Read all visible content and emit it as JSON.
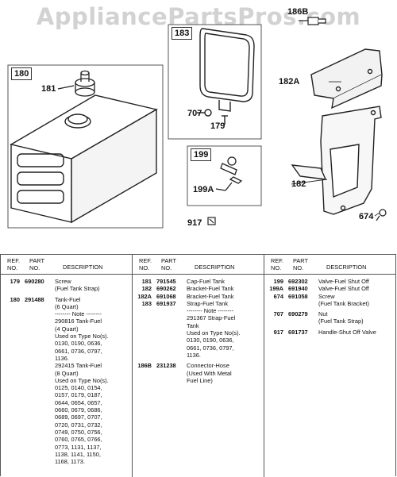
{
  "watermark": "AppliancePartsPros.com",
  "diagram": {
    "callouts": {
      "c186B": "186B",
      "c183": "183",
      "c180": "180",
      "c181": "181",
      "c707": "707",
      "c179": "179",
      "c182A": "182A",
      "c199": "199",
      "c199A": "199A",
      "c182": "182",
      "c917": "917",
      "c674": "674"
    }
  },
  "table": {
    "headers": {
      "ref": "REF.\nNO.",
      "part": "PART\nNO.",
      "description": "DESCRIPTION"
    },
    "columns": [
      {
        "rows": [
          {
            "ref": "179",
            "part": "690280",
            "desc": "Screw\n(Fuel Tank Strap)"
          },
          {
            "ref": "180",
            "part": "291488",
            "desc": "Tank-Fuel\n(6 Quart)\n-------- Note --------\n290816 Tank-Fuel\n(4 Quart)\nUsed on Type No(s).\n0130, 0190, 0636,\n0661, 0736, 0797,\n1136.\n292415 Tank-Fuel\n(8 Quart)\nUsed on Type No(s).\n0125, 0140, 0154,\n0157, 0179, 0187,\n0644, 0654, 0657,\n0660, 0679, 0686,\n0689, 0697, 0707,\n0720, 0731, 0732,\n0749, 0750, 0756,\n0760, 0765, 0766,\n0773, 1131, 1137,\n1138, 1141, 1150,\n1168, 1173."
          }
        ]
      },
      {
        "rows": [
          {
            "ref": "181",
            "part": "791545",
            "desc": "Cap-Fuel Tank"
          },
          {
            "ref": "182",
            "part": "690262",
            "desc": "Bracket-Fuel Tank"
          },
          {
            "ref": "182A",
            "part": "691068",
            "desc": "Bracket-Fuel Tank"
          },
          {
            "ref": "183",
            "part": "691937",
            "desc": "Strap-Fuel Tank\n-------- Note --------\n291367 Strap-Fuel\nTank\nUsed on Type No(s).\n0130, 0190, 0636,\n0661, 0736, 0797,\n1136."
          },
          {
            "ref": "186B",
            "part": "231238",
            "desc": "Connector-Hose\n(Used With Metal\nFuel Line)"
          }
        ]
      },
      {
        "rows": [
          {
            "ref": "199",
            "part": "692302",
            "desc": "Valve-Fuel Shut Off"
          },
          {
            "ref": "199A",
            "part": "691940",
            "desc": "Valve-Fuel Shut Off"
          },
          {
            "ref": "674",
            "part": "691058",
            "desc": "Screw\n(Fuel Tank Bracket)"
          },
          {
            "ref": "707",
            "part": "690279",
            "desc": "Nut\n(Fuel Tank Strap)"
          },
          {
            "ref": "917",
            "part": "691737",
            "desc": "Handle-Shut Off Valve"
          }
        ]
      }
    ]
  }
}
